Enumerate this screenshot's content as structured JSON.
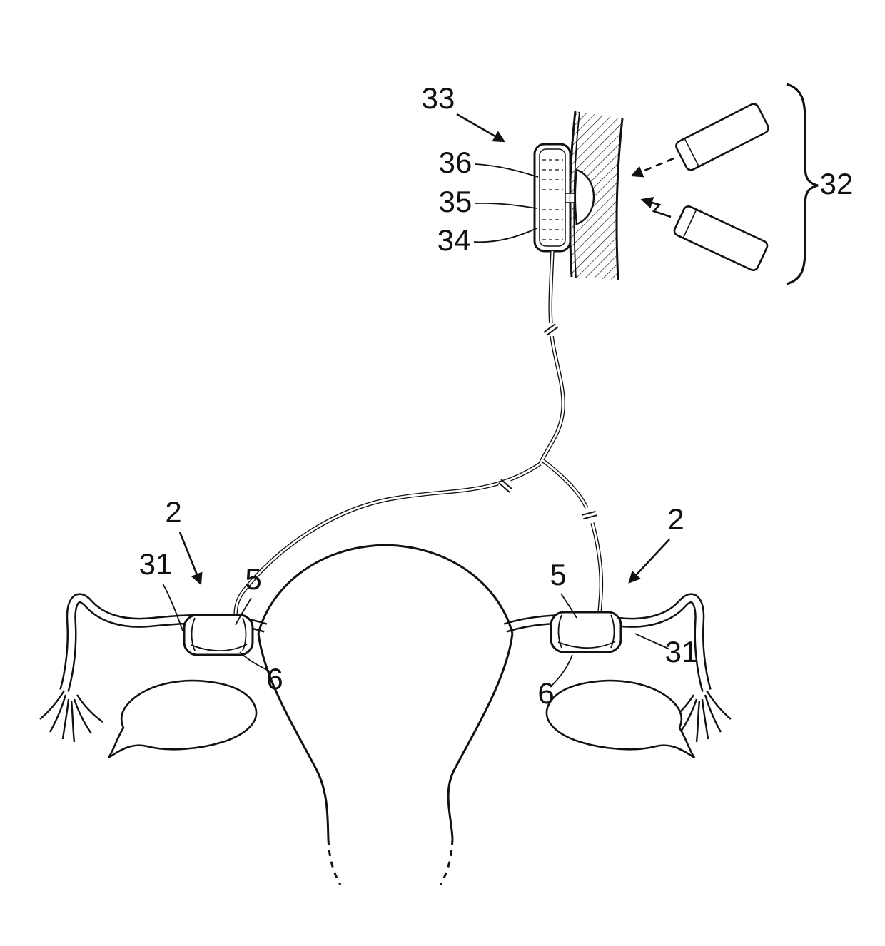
{
  "figure": {
    "labels": {
      "implant_unit": "33",
      "implant_top_section": "36",
      "implant_middle_section": "35",
      "implant_bottom_section": "34",
      "external_system": "32",
      "left_tube": "2",
      "left_tube_segment": "31",
      "left_clip_top": "5",
      "left_clip_bottom": "6",
      "right_tube": "2",
      "right_tube_segment": "31",
      "right_clip_top": "5",
      "right_clip_bottom": "6"
    },
    "colors": {
      "line": "#111111",
      "background": "#ffffff"
    }
  }
}
